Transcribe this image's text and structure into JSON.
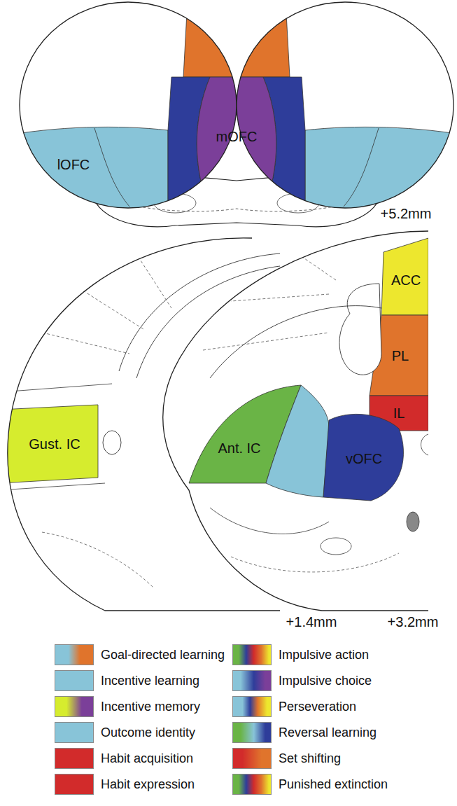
{
  "diagram": {
    "nodes": [
      {
        "text": [
          "lOFC"
        ]
      },
      {
        "text": [
          "mOFC"
        ]
      },
      {
        "text": [
          "ACC"
        ]
      },
      {
        "text": [
          "PL"
        ]
      },
      {
        "text": [
          "IL"
        ]
      },
      {
        "text": [
          "Gust. IC"
        ]
      },
      {
        "text": [
          "Ant. IC"
        ]
      },
      {
        "text": [
          "vOFC"
        ]
      }
    ],
    "labels": [
      "+5.2mm",
      "+1.4mm",
      "+3.2mm"
    ],
    "legend": [
      {
        "text": "Goal-directed learning"
      },
      {
        "text": "Incentive learning",
        "color": "#88c4d8"
      },
      {
        "text": "Incentive memory"
      },
      {
        "text": "Outcome identity",
        "color": "#88c4d8"
      },
      {
        "text": "Habit acquisition",
        "color": "#d22b2b"
      },
      {
        "text": "Habit expression",
        "color": "#d22b2b"
      },
      {
        "text": "Impulsive action"
      },
      {
        "text": "Impulsive choice"
      },
      {
        "text": "Perseveration"
      },
      {
        "text": "Reversal learning"
      },
      {
        "text": "Set shifting"
      },
      {
        "text": "Punished extinction"
      }
    ]
  }
}
